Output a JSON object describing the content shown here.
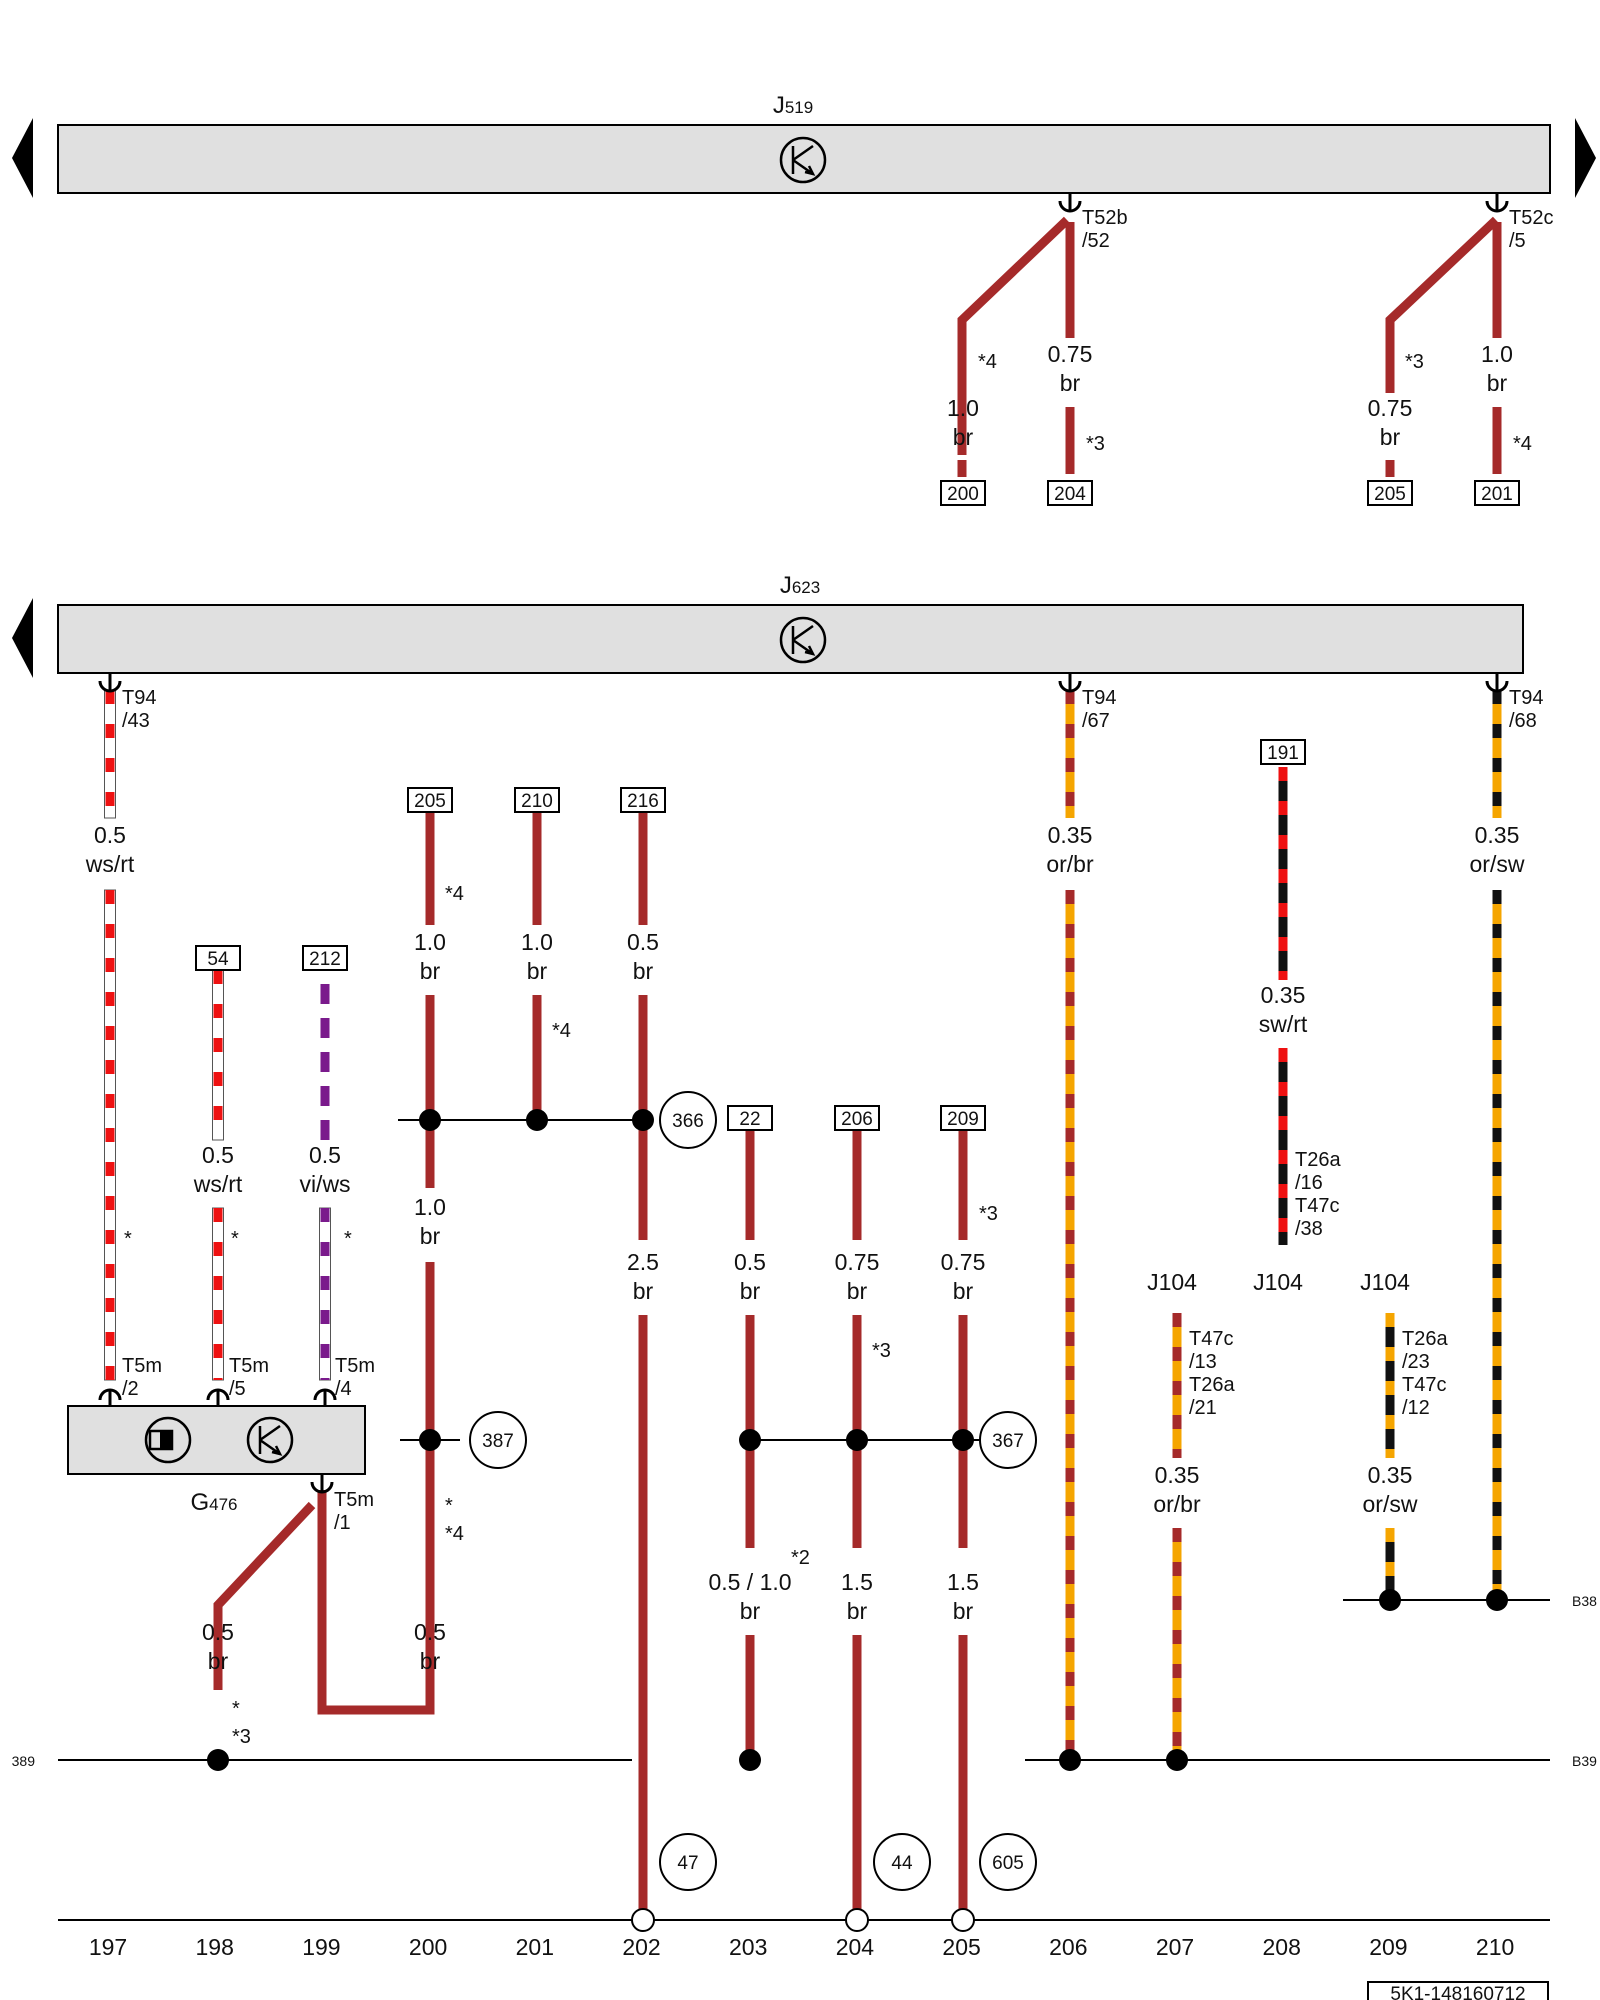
{
  "colors": {
    "br": "#a52a2a",
    "red": "#ee1111",
    "orange": "#f5a500",
    "black": "#111111",
    "violet": "#7a1a8c",
    "white": "#ffffff",
    "panel": "#e0e0e0"
  },
  "units": {
    "J519": {
      "name": "J",
      "sub": "519"
    },
    "J623": {
      "name": "J",
      "sub": "623"
    },
    "G476": {
      "name": "G",
      "sub": "476"
    }
  },
  "j104_labels": [
    "J104",
    "J104",
    "J104"
  ],
  "pins": {
    "t52b": [
      "T52b",
      "/52"
    ],
    "t52c": [
      "T52c",
      "/5"
    ],
    "t94_43": [
      "T94",
      "/43"
    ],
    "t94_67": [
      "T94",
      "/67"
    ],
    "t94_68": [
      "T94",
      "/68"
    ],
    "t5m_2": [
      "T5m",
      "/2"
    ],
    "t5m_5": [
      "T5m",
      "/5"
    ],
    "t5m_4": [
      "T5m",
      "/4"
    ],
    "t5m_1": [
      "T5m",
      "/1"
    ],
    "t26a_16": [
      "T26a",
      "/16",
      "T47c",
      "/38"
    ],
    "t47c_13": [
      "T47c",
      "/13",
      "T26a",
      "/21"
    ],
    "t26a_23": [
      "T26a",
      "/23",
      "T47c",
      "/12"
    ]
  },
  "wire_labels": {
    "a": [
      "1.0",
      "br"
    ],
    "b": [
      "0.75",
      "br"
    ],
    "c": [
      "0.75",
      "br"
    ],
    "d": [
      "1.0",
      "br"
    ],
    "e": [
      "0.5",
      "ws/rt"
    ],
    "f": [
      "1.0",
      "br"
    ],
    "g": [
      "1.0",
      "br"
    ],
    "h": [
      "0.5",
      "br"
    ],
    "i": [
      "0.35",
      "or/br"
    ],
    "j": [
      "0.35",
      "sw/rt"
    ],
    "k": [
      "0.35",
      "or/sw"
    ],
    "l": [
      "0.5",
      "ws/rt"
    ],
    "m": [
      "0.5",
      "vi/ws"
    ],
    "n": [
      "1.0",
      "br"
    ],
    "o": [
      "2.5",
      "br"
    ],
    "p": [
      "0.5",
      "br"
    ],
    "q": [
      "0.75",
      "br"
    ],
    "r": [
      "0.75",
      "br"
    ],
    "s": [
      "0.35",
      "or/br"
    ],
    "t": [
      "0.35",
      "or/sw"
    ],
    "u": [
      "0.5 / 1.0",
      "br"
    ],
    "v": [
      "1.5",
      "br"
    ],
    "w": [
      "1.5",
      "br"
    ],
    "x": [
      "0.5",
      "br"
    ],
    "y": [
      "0.5",
      "br"
    ]
  },
  "boxed_refs": [
    "200",
    "204",
    "205",
    "201",
    "205",
    "210",
    "216",
    "54",
    "212",
    "191",
    "22",
    "206",
    "209"
  ],
  "circle_refs": [
    "366",
    "387",
    "367",
    "47",
    "44",
    "605"
  ],
  "notes": [
    "*4",
    "*3",
    "*3",
    "*4",
    "*4",
    "*4",
    "*",
    "*",
    "*",
    "*3",
    "*3",
    "*",
    "*4",
    "*2",
    "*",
    "*3"
  ],
  "bus_labels": {
    "b38": "B38",
    "b39": "B39",
    "left": "389"
  },
  "axis": [
    "197",
    "198",
    "199",
    "200",
    "201",
    "202",
    "203",
    "204",
    "205",
    "206",
    "207",
    "208",
    "209",
    "210"
  ],
  "doc_id": "5K1-148160712"
}
